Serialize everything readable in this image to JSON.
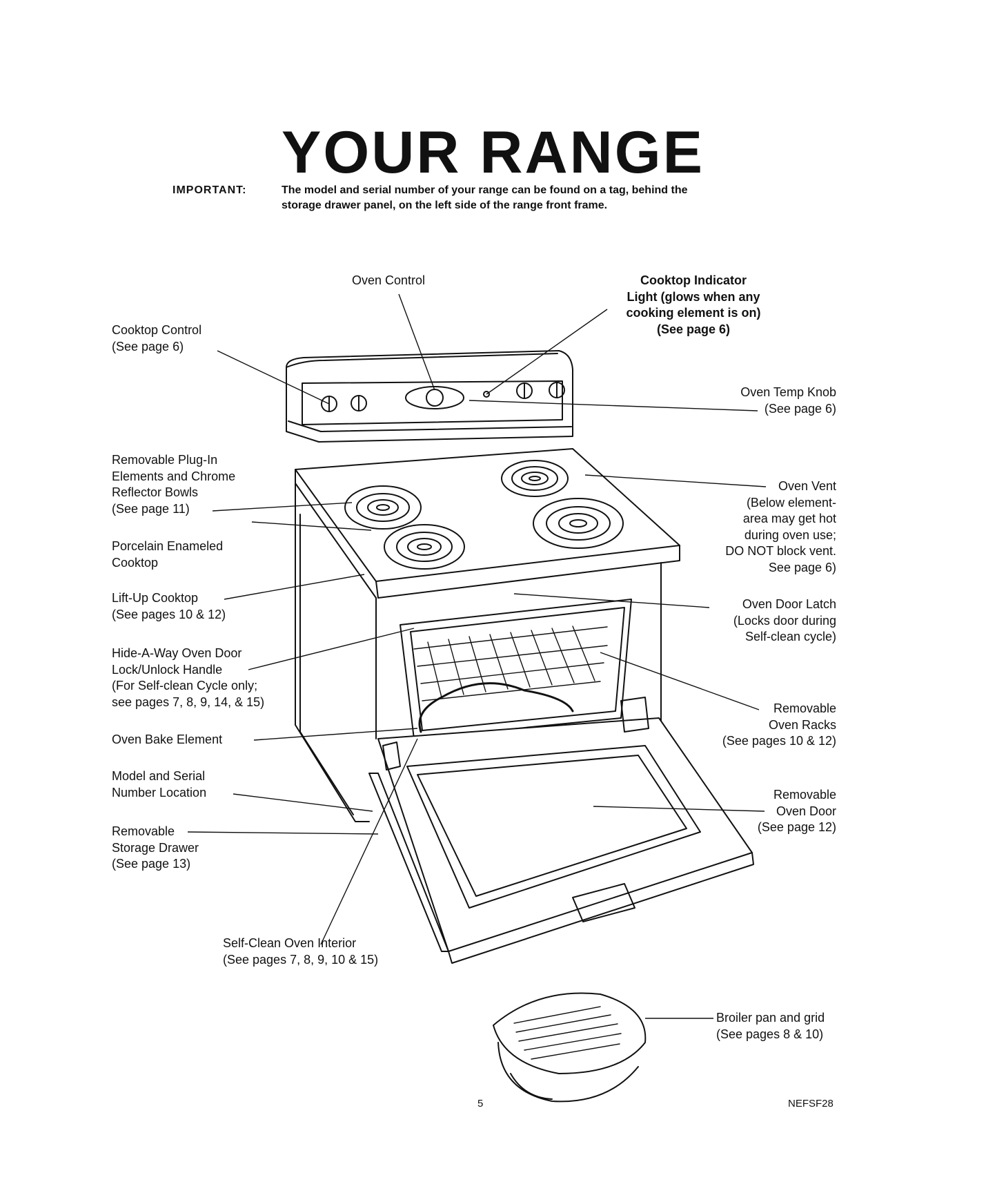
{
  "title": "YOUR RANGE",
  "important": {
    "keyword": "IMPORTANT:",
    "line1": "The model and serial number of your range can be found on a tag, behind the",
    "line2": "storage drawer panel, on the left side of the range front frame."
  },
  "labels": {
    "oven_control": [
      "Oven Control"
    ],
    "cooktop_indicator": [
      "Cooktop Indicator",
      "Light (glows when any",
      "cooking element is on)",
      "(See page 6)"
    ],
    "cooktop_control": [
      "Cooktop Control",
      "(See page 6)"
    ],
    "oven_temp_knob": [
      "Oven Temp Knob",
      "(See page 6)"
    ],
    "plug_in_elements": [
      "Removable Plug-In",
      "Elements and Chrome",
      "Reflector Bowls",
      "(See page 11)"
    ],
    "oven_vent": [
      "Oven Vent",
      "(Below element-",
      "area may get hot",
      "during oven use;",
      "DO NOT block vent.",
      "See page 6)"
    ],
    "porcelain_cooktop": [
      "Porcelain Enameled",
      "Cooktop"
    ],
    "lift_up_cooktop": [
      "Lift-Up Cooktop",
      "(See pages 10 & 12)"
    ],
    "oven_door_latch": [
      "Oven Door Latch",
      "(Locks door during",
      "Self-clean cycle)"
    ],
    "hide_a_way_handle": [
      "Hide-A-Way Oven Door",
      "Lock/Unlock Handle",
      "(For Self-clean Cycle only;",
      "see pages 7, 8, 9, 14, & 15)"
    ],
    "oven_racks": [
      "Removable",
      "Oven Racks",
      "(See pages 10 & 12)"
    ],
    "bake_element": [
      "Oven Bake Element"
    ],
    "model_serial": [
      "Model and Serial",
      "Number Location"
    ],
    "oven_door": [
      "Removable",
      "Oven Door",
      "(See page 12)"
    ],
    "storage_drawer": [
      "Removable",
      "Storage Drawer",
      "(See page 13)"
    ],
    "self_clean_interior": [
      "Self-Clean Oven Interior",
      "(See pages 7, 8, 9, 10 & 15)"
    ],
    "broiler_pan": [
      "Broiler pan and grid",
      "(See pages 8 & 10)"
    ]
  },
  "footer": {
    "page_number": "5",
    "code": "NEFSF28"
  }
}
